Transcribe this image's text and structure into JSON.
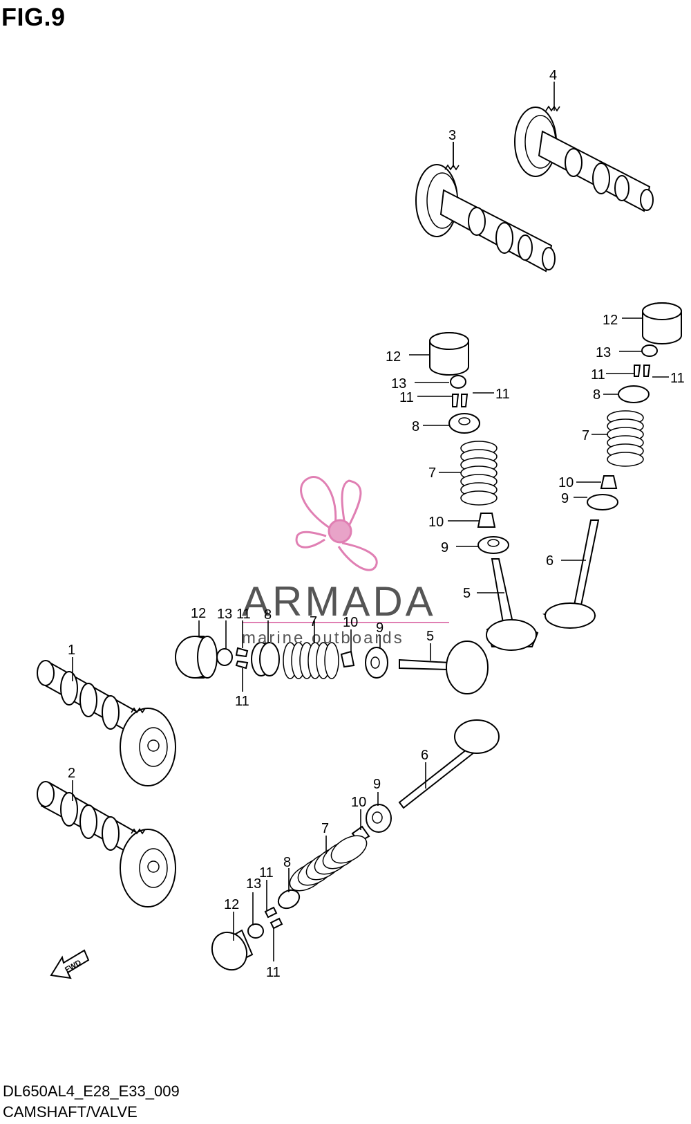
{
  "figure": {
    "title": "FIG.9",
    "code": "DL650AL4_E28_E33_009",
    "name": "CAMSHAFT/VALVE"
  },
  "watermark": {
    "brand": "ARMADA",
    "tagline": "marine outboards",
    "color": "#e07fb3"
  },
  "fwd_label": "FWD",
  "callouts": [
    {
      "id": "c1",
      "text": "1"
    },
    {
      "id": "c2",
      "text": "2"
    },
    {
      "id": "c3",
      "text": "3"
    },
    {
      "id": "c4",
      "text": "4"
    },
    {
      "id": "c5a",
      "text": "5"
    },
    {
      "id": "c5b",
      "text": "5"
    },
    {
      "id": "c6a",
      "text": "6"
    },
    {
      "id": "c6b",
      "text": "6"
    },
    {
      "id": "c7a",
      "text": "7"
    },
    {
      "id": "c7b",
      "text": "7"
    },
    {
      "id": "c7c",
      "text": "7"
    },
    {
      "id": "c7d",
      "text": "7"
    },
    {
      "id": "c8a",
      "text": "8"
    },
    {
      "id": "c8b",
      "text": "8"
    },
    {
      "id": "c8c",
      "text": "8"
    },
    {
      "id": "c8d",
      "text": "8"
    },
    {
      "id": "c9a",
      "text": "9"
    },
    {
      "id": "c9b",
      "text": "9"
    },
    {
      "id": "c9c",
      "text": "9"
    },
    {
      "id": "c9d",
      "text": "9"
    },
    {
      "id": "c10a",
      "text": "10"
    },
    {
      "id": "c10b",
      "text": "10"
    },
    {
      "id": "c10c",
      "text": "10"
    },
    {
      "id": "c10d",
      "text": "10"
    },
    {
      "id": "c11a",
      "text": "11"
    },
    {
      "id": "c11b",
      "text": "11"
    },
    {
      "id": "c11c",
      "text": "11"
    },
    {
      "id": "c11d",
      "text": "11"
    },
    {
      "id": "c11e",
      "text": "11"
    },
    {
      "id": "c11f",
      "text": "11"
    },
    {
      "id": "c11g",
      "text": "11"
    },
    {
      "id": "c11h",
      "text": "11"
    },
    {
      "id": "c12a",
      "text": "12"
    },
    {
      "id": "c12b",
      "text": "12"
    },
    {
      "id": "c12c",
      "text": "12"
    },
    {
      "id": "c12d",
      "text": "12"
    },
    {
      "id": "c13a",
      "text": "13"
    },
    {
      "id": "c13b",
      "text": "13"
    },
    {
      "id": "c13c",
      "text": "13"
    },
    {
      "id": "c13d",
      "text": "13"
    }
  ]
}
